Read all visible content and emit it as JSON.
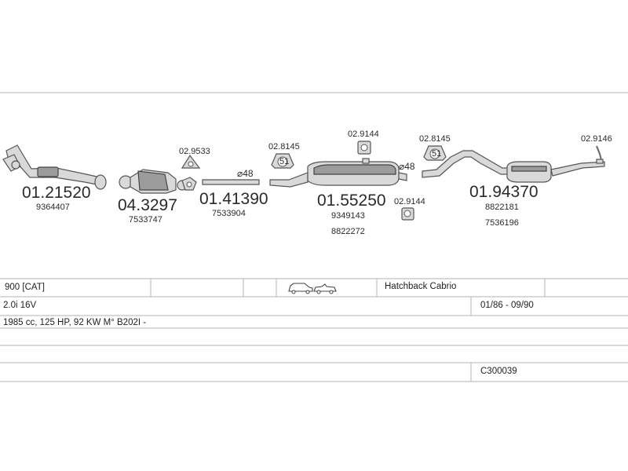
{
  "parts": [
    {
      "code": "01.21520",
      "refs": [
        "9364407"
      ]
    },
    {
      "code": "04.3297",
      "refs": [
        "7533747"
      ]
    },
    {
      "code": "01.41390",
      "refs": [
        "7533904"
      ]
    },
    {
      "code": "01.55250",
      "refs": [
        "9349143",
        "8822272"
      ]
    },
    {
      "code": "01.94370",
      "refs": [
        "8822181",
        "7536196"
      ]
    }
  ],
  "accessories": [
    {
      "code": "02.9533"
    },
    {
      "code": "02.8145",
      "label": "51"
    },
    {
      "code": "02.9144"
    },
    {
      "code": "02.9144"
    },
    {
      "code": "02.8145",
      "label": "51"
    },
    {
      "code": "02.9146"
    }
  ],
  "diameters": [
    "⌀48",
    "⌀48"
  ],
  "vehicle": {
    "model": "900  [CAT]",
    "body": "Hatchback Cabrio",
    "engine": "2.0i 16V",
    "years": "01/86 - 09/90",
    "specs": "1985 cc, 125 HP, 92 KW M° B202I -",
    "catalog": "C300039"
  }
}
